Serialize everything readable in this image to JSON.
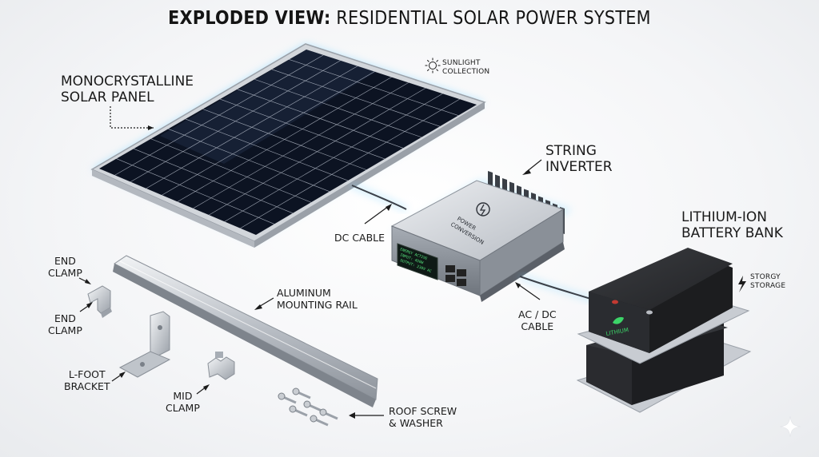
{
  "title": {
    "bold": "EXPLODED VIEW:",
    "rest": " RESIDENTIAL SOLAR POWER SYSTEM"
  },
  "labels": {
    "solar_panel": [
      "MONOCRYSTALLINE",
      "SOLAR PANEL"
    ],
    "sunlight": [
      "SUNLIGHT",
      "COLLECTION"
    ],
    "inverter": [
      "STRING",
      "INVERTER"
    ],
    "dc_cable": "DC CABLE",
    "battery": [
      "LITHIUM-ION",
      "BATTERY BANK"
    ],
    "storage": [
      "STORGY",
      "STORAGE"
    ],
    "ac_dc_cable": [
      "AC / DC",
      "CABLE"
    ],
    "end_clamp_top": [
      "END",
      "CLAMP"
    ],
    "end_clamp_bottom": [
      "END",
      "CLAMP"
    ],
    "rail": [
      "ALUMINUM",
      "MOUNTING RAIL"
    ],
    "lfoot": [
      "L-FOOT",
      "BRACKET"
    ],
    "mid_clamp": [
      "MID",
      "CLAMP"
    ],
    "roof_screw": [
      "ROOF SCREW",
      "& WASHER"
    ]
  },
  "device_text": {
    "inverter_body": [
      "POWER",
      "CONVERSION"
    ],
    "inverter_screen": [
      "ENERGY ACTIVE",
      "INPUT: 450W",
      "OUTPUT: 230V AC"
    ],
    "battery_badge": "LITHIUM"
  },
  "icons": [
    "sun-icon",
    "lightning-icon",
    "leaf-icon",
    "sparkle-icon"
  ],
  "colors": {
    "cell": "#0d1524",
    "frame": "#c8ccd2",
    "glow": "#7fd3ff",
    "battery": "#1c1d1f",
    "accent_green": "#3cd468"
  }
}
